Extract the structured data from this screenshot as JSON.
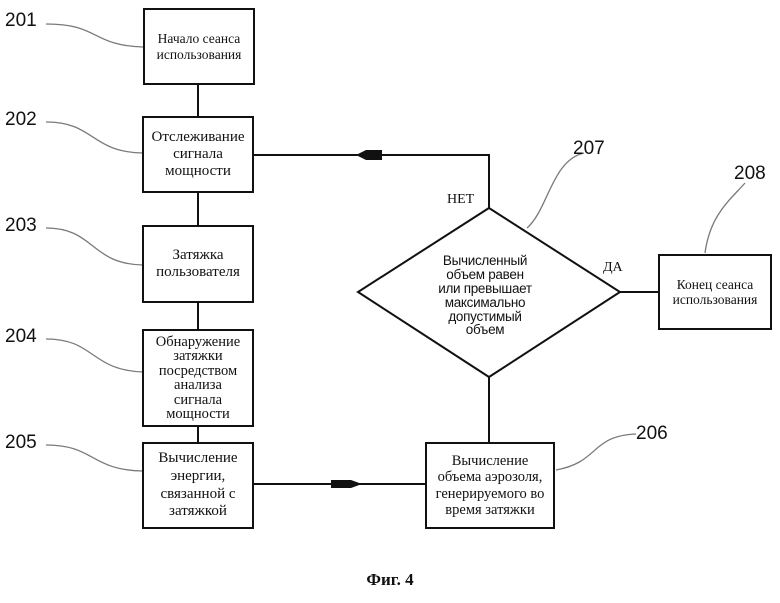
{
  "steps": [
    {
      "ref": "201",
      "text": "Начало сеанса\nиспользования"
    },
    {
      "ref": "202",
      "text": "Отслеживание\nсигнала\nмощности"
    },
    {
      "ref": "203",
      "text": "Затяжка\nпользователя"
    },
    {
      "ref": "204",
      "text": "Обнаружение\nзатяжки\nпосредством\nанализа\nсигнала\nмощности"
    },
    {
      "ref": "205",
      "text": "Вычисление\nэнергии,\nсвязанной с\nзатяжкой"
    },
    {
      "ref": "206",
      "text": "Вычисление\nобъема аэрозоля,\nгенерируемого во\nвремя затяжки"
    },
    {
      "ref": "208",
      "text": "Конец сеанса\nиспользования"
    }
  ],
  "decision": {
    "ref": "207",
    "text": "Вычисленный\nобъем равен\nили превышает\nмаксимально\nдопустимый\nобъем",
    "no_label": "НЕТ",
    "yes_label": "ДА"
  },
  "caption": "Фиг. 4"
}
